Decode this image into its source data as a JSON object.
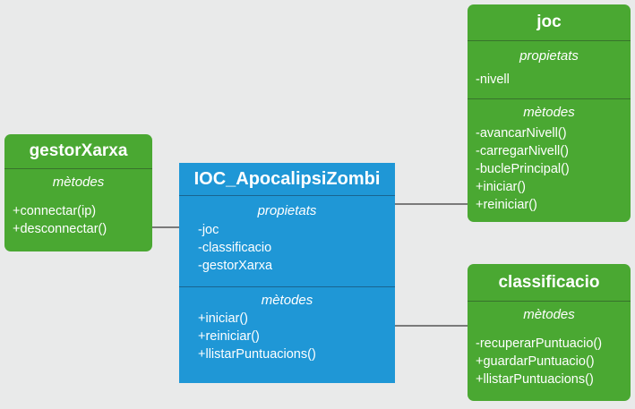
{
  "colors": {
    "background": "#e9eaea",
    "class_green": "#4aa832",
    "class_blue": "#1f97d6",
    "connector": "#555555"
  },
  "classes": {
    "joc": {
      "name": "joc",
      "properties_label": "propietats",
      "properties": [
        "-nivell"
      ],
      "methods_label": "mètodes",
      "methods": [
        "-avancarNivell()",
        "-carregarNivell()",
        "-buclePrincipal()",
        "+iniciar()",
        "+reiniciar()"
      ]
    },
    "gestorXarxa": {
      "name": "gestorXarxa",
      "methods_label": "mètodes",
      "methods": [
        "+connectar(ip)",
        "+desconnectar()"
      ]
    },
    "main": {
      "name": "IOC_ApocalipsiZombi",
      "properties_label": "propietats",
      "properties": [
        "-joc",
        "-classificacio",
        "-gestorXarxa"
      ],
      "methods_label": "mètodes",
      "methods": [
        "+iniciar()",
        "+reiniciar()",
        "+llistarPuntuacions()"
      ]
    },
    "classificacio": {
      "name": "classificacio",
      "methods_label": "mètodes",
      "methods": [
        "-recuperarPuntuacio()",
        "+guardarPuntuacio()",
        "+llistarPuntuacions()"
      ]
    }
  }
}
